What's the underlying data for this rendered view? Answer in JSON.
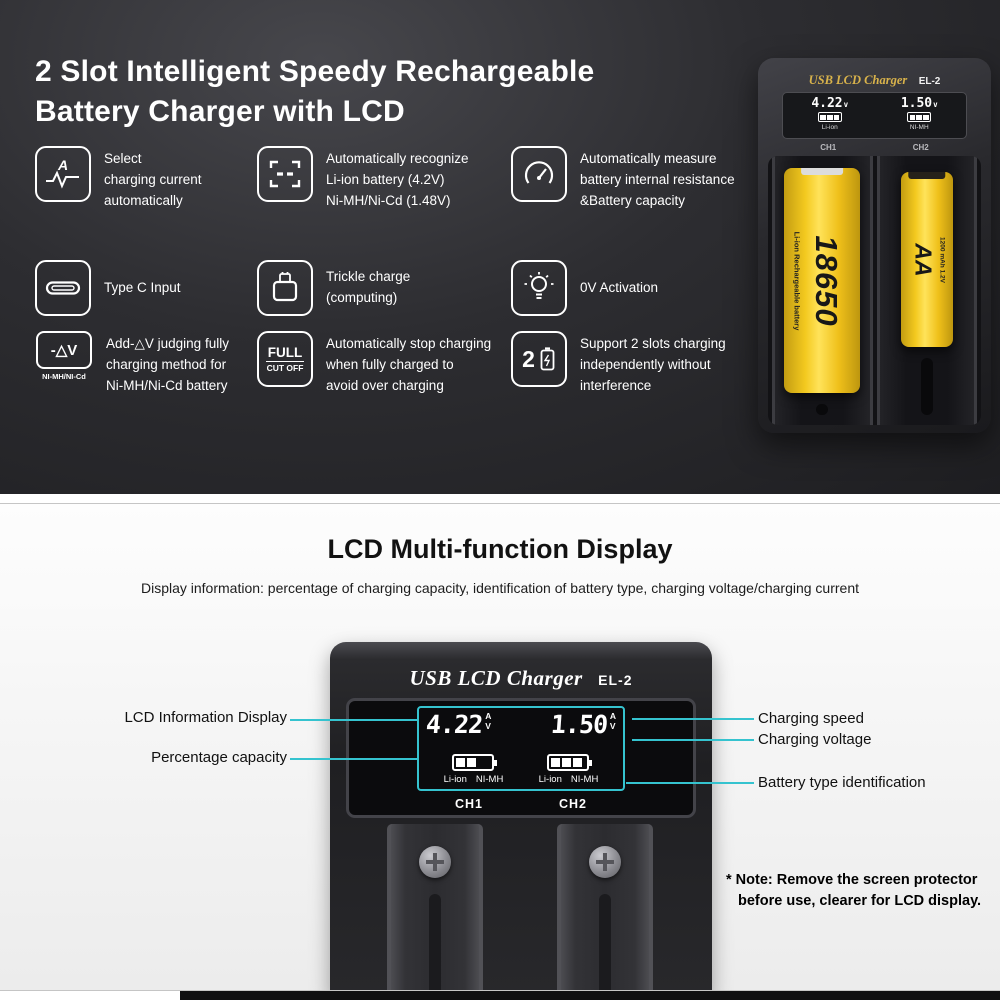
{
  "colors": {
    "accent": "#35c3cf",
    "battery_yellow": "#f2c51d",
    "brand_gold": "#d9b34b"
  },
  "hero": {
    "title": "2 Slot Intelligent Speedy Rechargeable\nBattery Charger with LCD",
    "features": [
      {
        "icon": "charging-current-icon",
        "label": "A",
        "text": "Select\ncharging current\nautomatically"
      },
      {
        "icon": "battery-recognition-icon",
        "text": "Automatically recognize\nLi-ion battery (4.2V)\nNi-MH/Ni-Cd (1.48V)"
      },
      {
        "icon": "resistance-meter-icon",
        "text": "Automatically measure\nbattery internal resistance\n&Battery capacity"
      },
      {
        "icon": "type-c-icon",
        "text": "Type C Input"
      },
      {
        "icon": "trickle-charge-icon",
        "text": "Trickle charge\n(computing)"
      },
      {
        "icon": "bulb-icon",
        "text": "0V Activation"
      },
      {
        "icon": "minus-delta-v-icon",
        "label": "-△V",
        "sublabel": "NI-MH/NI-Cd",
        "text": "Add-△V judging fully\ncharging method for\nNi-MH/Ni-Cd battery"
      },
      {
        "icon": "full-cutoff-icon",
        "label": "FULL",
        "sublabel": "CUT OFF",
        "text": "Automatically stop charging\nwhen fully charged to\navoid over charging"
      },
      {
        "icon": "two-slots-icon",
        "label": "2",
        "text": "Support 2 slots charging\nindependently without\ninterference"
      }
    ],
    "charger": {
      "brand": "USB LCD Charger",
      "model": "EL-2",
      "ch1": {
        "value": "4.22",
        "unit": "v",
        "type": "Li-ion",
        "label": "CH1"
      },
      "ch2": {
        "value": "1.50",
        "unit": "v",
        "type": "NI-MH",
        "label": "CH2"
      },
      "battery1": {
        "name": "18650",
        "info": "Li-ion Rechargeable battery"
      },
      "battery2": {
        "name": "AA",
        "info": "1200 mAh 1.2V"
      }
    }
  },
  "lcd_section": {
    "title": "LCD Multi-function Display",
    "subtitle": "Display information: percentage of charging capacity, identification of battery type, charging voltage/charging current",
    "charger": {
      "brand": "USB LCD Charger",
      "model": "EL-2",
      "ch1": {
        "value": "4.22",
        "unit_a": "A",
        "unit_v": "V",
        "type1": "Li-ion",
        "type2": "NI-MH",
        "label": "CH1"
      },
      "ch2": {
        "value": "1.50",
        "unit_a": "A",
        "unit_v": "V",
        "type1": "Li-ion",
        "type2": "NI-MH",
        "label": "CH2"
      }
    },
    "callouts": {
      "lcd_info": "LCD Information Display",
      "percentage": "Percentage capacity",
      "speed": "Charging speed",
      "voltage": "Charging voltage",
      "battery_type": "Battery type identification"
    },
    "note_line1": "* Note: Remove the screen protector",
    "note_line2": "before use, clearer for LCD display."
  }
}
